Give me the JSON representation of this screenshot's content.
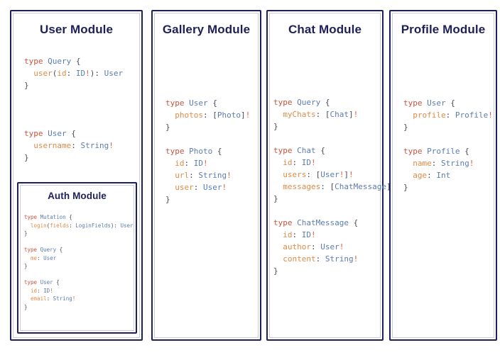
{
  "theme": {
    "background": "#ffffff",
    "border": "#1f2057",
    "title_color": "#1f2057",
    "code_keyword": "#c8533f",
    "code_typename": "#5b7db1",
    "code_field": "#e08b46",
    "code_punctuation": "#4a4a58",
    "code_bang": "#e0603c"
  },
  "panels": [
    {
      "id": "user",
      "title": "User Module",
      "code_lines": [
        [
          {
            "t": "type",
            "c": "k-type"
          },
          {
            "t": " ",
            "c": "k-punc"
          },
          {
            "t": "Query",
            "c": "k-name"
          },
          {
            "t": " {",
            "c": "k-punc"
          }
        ],
        [
          {
            "t": "  ",
            "c": "k-punc"
          },
          {
            "t": "user",
            "c": "k-field"
          },
          {
            "t": "(",
            "c": "k-punc"
          },
          {
            "t": "id",
            "c": "k-field"
          },
          {
            "t": ": ",
            "c": "k-punc"
          },
          {
            "t": "ID",
            "c": "k-ret"
          },
          {
            "t": "!",
            "c": "k-bang"
          },
          {
            "t": "): ",
            "c": "k-punc"
          },
          {
            "t": "User",
            "c": "k-ret"
          }
        ],
        [
          {
            "t": "}",
            "c": "k-punc"
          }
        ],
        [],
        [],
        [],
        [
          {
            "t": "type",
            "c": "k-type"
          },
          {
            "t": " ",
            "c": "k-punc"
          },
          {
            "t": "User",
            "c": "k-name"
          },
          {
            "t": " {",
            "c": "k-punc"
          }
        ],
        [
          {
            "t": "  ",
            "c": "k-punc"
          },
          {
            "t": "username",
            "c": "k-field"
          },
          {
            "t": ": ",
            "c": "k-punc"
          },
          {
            "t": "String",
            "c": "k-ret"
          },
          {
            "t": "!",
            "c": "k-bang"
          }
        ],
        [
          {
            "t": "}",
            "c": "k-punc"
          }
        ]
      ],
      "nested": {
        "id": "auth",
        "title": "Auth Module",
        "code_lines": [
          [
            {
              "t": "type",
              "c": "k-type"
            },
            {
              "t": " ",
              "c": "k-punc"
            },
            {
              "t": "Mutation",
              "c": "k-name"
            },
            {
              "t": " {",
              "c": "k-punc"
            }
          ],
          [
            {
              "t": "  ",
              "c": "k-punc"
            },
            {
              "t": "login",
              "c": "k-field"
            },
            {
              "t": "(",
              "c": "k-punc"
            },
            {
              "t": "fields",
              "c": "k-field"
            },
            {
              "t": ": ",
              "c": "k-punc"
            },
            {
              "t": "LoginFields",
              "c": "k-ret"
            },
            {
              "t": "): ",
              "c": "k-punc"
            },
            {
              "t": "User",
              "c": "k-ret"
            }
          ],
          [
            {
              "t": "}",
              "c": "k-punc"
            }
          ],
          [],
          [
            {
              "t": "type",
              "c": "k-type"
            },
            {
              "t": " ",
              "c": "k-punc"
            },
            {
              "t": "Query",
              "c": "k-name"
            },
            {
              "t": " {",
              "c": "k-punc"
            }
          ],
          [
            {
              "t": "  ",
              "c": "k-punc"
            },
            {
              "t": "me",
              "c": "k-field"
            },
            {
              "t": ": ",
              "c": "k-punc"
            },
            {
              "t": "User",
              "c": "k-ret"
            }
          ],
          [
            {
              "t": "}",
              "c": "k-punc"
            }
          ],
          [],
          [
            {
              "t": "type",
              "c": "k-type"
            },
            {
              "t": " ",
              "c": "k-punc"
            },
            {
              "t": "User",
              "c": "k-name"
            },
            {
              "t": " {",
              "c": "k-punc"
            }
          ],
          [
            {
              "t": "  ",
              "c": "k-punc"
            },
            {
              "t": "id",
              "c": "k-field"
            },
            {
              "t": ": ",
              "c": "k-punc"
            },
            {
              "t": "ID",
              "c": "k-ret"
            },
            {
              "t": "!",
              "c": "k-bang"
            }
          ],
          [
            {
              "t": "  ",
              "c": "k-punc"
            },
            {
              "t": "email",
              "c": "k-field"
            },
            {
              "t": ": ",
              "c": "k-punc"
            },
            {
              "t": "String",
              "c": "k-ret"
            },
            {
              "t": "!",
              "c": "k-bang"
            }
          ],
          [
            {
              "t": "}",
              "c": "k-punc"
            }
          ]
        ]
      }
    },
    {
      "id": "gallery",
      "title": "Gallery Module",
      "code_lines": [
        [
          {
            "t": "type",
            "c": "k-type"
          },
          {
            "t": " ",
            "c": "k-punc"
          },
          {
            "t": "User",
            "c": "k-name"
          },
          {
            "t": " {",
            "c": "k-punc"
          }
        ],
        [
          {
            "t": "  ",
            "c": "k-punc"
          },
          {
            "t": "photos",
            "c": "k-field"
          },
          {
            "t": ": [",
            "c": "k-punc"
          },
          {
            "t": "Photo",
            "c": "k-ret"
          },
          {
            "t": "]",
            "c": "k-punc"
          },
          {
            "t": "!",
            "c": "k-bang"
          }
        ],
        [
          {
            "t": "}",
            "c": "k-punc"
          }
        ],
        [],
        [
          {
            "t": "type",
            "c": "k-type"
          },
          {
            "t": " ",
            "c": "k-punc"
          },
          {
            "t": "Photo",
            "c": "k-name"
          },
          {
            "t": " {",
            "c": "k-punc"
          }
        ],
        [
          {
            "t": "  ",
            "c": "k-punc"
          },
          {
            "t": "id",
            "c": "k-field"
          },
          {
            "t": ": ",
            "c": "k-punc"
          },
          {
            "t": "ID",
            "c": "k-ret"
          },
          {
            "t": "!",
            "c": "k-bang"
          }
        ],
        [
          {
            "t": "  ",
            "c": "k-punc"
          },
          {
            "t": "url",
            "c": "k-field"
          },
          {
            "t": ": ",
            "c": "k-punc"
          },
          {
            "t": "String",
            "c": "k-ret"
          },
          {
            "t": "!",
            "c": "k-bang"
          }
        ],
        [
          {
            "t": "  ",
            "c": "k-punc"
          },
          {
            "t": "user",
            "c": "k-field"
          },
          {
            "t": ": ",
            "c": "k-punc"
          },
          {
            "t": "User",
            "c": "k-ret"
          },
          {
            "t": "!",
            "c": "k-bang"
          }
        ],
        [
          {
            "t": "}",
            "c": "k-punc"
          }
        ]
      ],
      "nested": null
    },
    {
      "id": "chat",
      "title": "Chat Module",
      "code_lines": [
        [
          {
            "t": "type",
            "c": "k-type"
          },
          {
            "t": " ",
            "c": "k-punc"
          },
          {
            "t": "Query",
            "c": "k-name"
          },
          {
            "t": " {",
            "c": "k-punc"
          }
        ],
        [
          {
            "t": "  ",
            "c": "k-punc"
          },
          {
            "t": "myChats",
            "c": "k-field"
          },
          {
            "t": ": [",
            "c": "k-punc"
          },
          {
            "t": "Chat",
            "c": "k-ret"
          },
          {
            "t": "]",
            "c": "k-punc"
          },
          {
            "t": "!",
            "c": "k-bang"
          }
        ],
        [
          {
            "t": "}",
            "c": "k-punc"
          }
        ],
        [],
        [
          {
            "t": "type",
            "c": "k-type"
          },
          {
            "t": " ",
            "c": "k-punc"
          },
          {
            "t": "Chat",
            "c": "k-name"
          },
          {
            "t": " {",
            "c": "k-punc"
          }
        ],
        [
          {
            "t": "  ",
            "c": "k-punc"
          },
          {
            "t": "id",
            "c": "k-field"
          },
          {
            "t": ": ",
            "c": "k-punc"
          },
          {
            "t": "ID",
            "c": "k-ret"
          },
          {
            "t": "!",
            "c": "k-bang"
          }
        ],
        [
          {
            "t": "  ",
            "c": "k-punc"
          },
          {
            "t": "users",
            "c": "k-field"
          },
          {
            "t": ": [",
            "c": "k-punc"
          },
          {
            "t": "User",
            "c": "k-ret"
          },
          {
            "t": "!",
            "c": "k-bang"
          },
          {
            "t": "]",
            "c": "k-punc"
          },
          {
            "t": "!",
            "c": "k-bang"
          }
        ],
        [
          {
            "t": "  ",
            "c": "k-punc"
          },
          {
            "t": "messages",
            "c": "k-field"
          },
          {
            "t": ": [",
            "c": "k-punc"
          },
          {
            "t": "ChatMessage",
            "c": "k-ret"
          },
          {
            "t": "]",
            "c": "k-punc"
          },
          {
            "t": "!",
            "c": "k-bang"
          }
        ],
        [
          {
            "t": "}",
            "c": "k-punc"
          }
        ],
        [],
        [
          {
            "t": "type",
            "c": "k-type"
          },
          {
            "t": " ",
            "c": "k-punc"
          },
          {
            "t": "ChatMessage",
            "c": "k-name"
          },
          {
            "t": " {",
            "c": "k-punc"
          }
        ],
        [
          {
            "t": "  ",
            "c": "k-punc"
          },
          {
            "t": "id",
            "c": "k-field"
          },
          {
            "t": ": ",
            "c": "k-punc"
          },
          {
            "t": "ID",
            "c": "k-ret"
          },
          {
            "t": "!",
            "c": "k-bang"
          }
        ],
        [
          {
            "t": "  ",
            "c": "k-punc"
          },
          {
            "t": "author",
            "c": "k-field"
          },
          {
            "t": ": ",
            "c": "k-punc"
          },
          {
            "t": "User",
            "c": "k-ret"
          },
          {
            "t": "!",
            "c": "k-bang"
          }
        ],
        [
          {
            "t": "  ",
            "c": "k-punc"
          },
          {
            "t": "content",
            "c": "k-field"
          },
          {
            "t": ": ",
            "c": "k-punc"
          },
          {
            "t": "String",
            "c": "k-ret"
          },
          {
            "t": "!",
            "c": "k-bang"
          }
        ],
        [
          {
            "t": "}",
            "c": "k-punc"
          }
        ]
      ],
      "nested": null
    },
    {
      "id": "profile",
      "title": "Profile Module",
      "code_lines": [
        [
          {
            "t": "type",
            "c": "k-type"
          },
          {
            "t": " ",
            "c": "k-punc"
          },
          {
            "t": "User",
            "c": "k-name"
          },
          {
            "t": " {",
            "c": "k-punc"
          }
        ],
        [
          {
            "t": "  ",
            "c": "k-punc"
          },
          {
            "t": "profile",
            "c": "k-field"
          },
          {
            "t": ": ",
            "c": "k-punc"
          },
          {
            "t": "Profile",
            "c": "k-ret"
          },
          {
            "t": "!",
            "c": "k-bang"
          }
        ],
        [
          {
            "t": "}",
            "c": "k-punc"
          }
        ],
        [],
        [
          {
            "t": "type",
            "c": "k-type"
          },
          {
            "t": " ",
            "c": "k-punc"
          },
          {
            "t": "Profile",
            "c": "k-name"
          },
          {
            "t": " {",
            "c": "k-punc"
          }
        ],
        [
          {
            "t": "  ",
            "c": "k-punc"
          },
          {
            "t": "name",
            "c": "k-field"
          },
          {
            "t": ": ",
            "c": "k-punc"
          },
          {
            "t": "String",
            "c": "k-ret"
          },
          {
            "t": "!",
            "c": "k-bang"
          }
        ],
        [
          {
            "t": "  ",
            "c": "k-punc"
          },
          {
            "t": "age",
            "c": "k-field"
          },
          {
            "t": ": ",
            "c": "k-punc"
          },
          {
            "t": "Int",
            "c": "k-ret"
          }
        ],
        [
          {
            "t": "}",
            "c": "k-punc"
          }
        ]
      ],
      "nested": null
    }
  ]
}
